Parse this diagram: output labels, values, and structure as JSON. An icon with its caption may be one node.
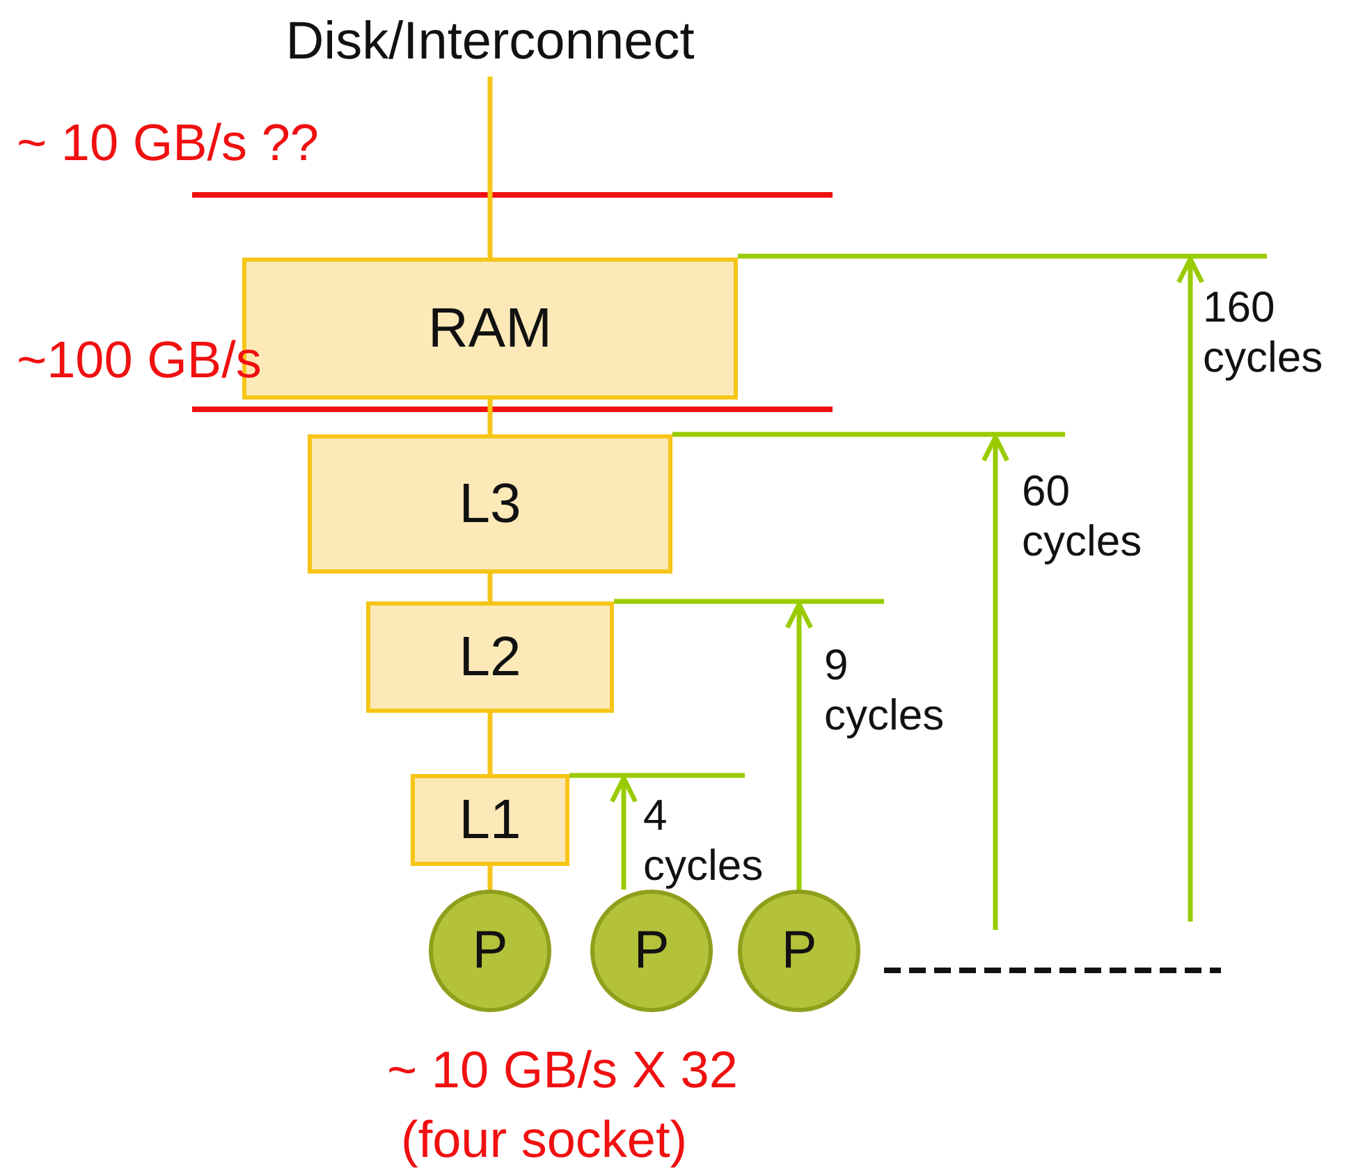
{
  "diagram": {
    "nodes": [
      {
        "text": [
          "Disk/Interconnect"
        ]
      },
      {
        "text": [
          "RAM"
        ]
      },
      {
        "text": [
          "L3"
        ]
      },
      {
        "text": [
          "L2"
        ]
      },
      {
        "text": [
          "L1"
        ]
      },
      {
        "text": [
          "P"
        ]
      },
      {
        "text": [
          "P"
        ]
      },
      {
        "text": [
          "P"
        ]
      }
    ],
    "edges": [
      {
        "from": 0,
        "to": 1,
        "arrow": "none"
      },
      {
        "from": 1,
        "to": 2,
        "arrow": "none"
      },
      {
        "from": 2,
        "to": 3,
        "arrow": "none"
      },
      {
        "from": 3,
        "to": 4,
        "arrow": "none"
      },
      {
        "from": 4,
        "to": 5,
        "arrow": "none"
      },
      {
        "from": 6,
        "to": null,
        "arrow": "to",
        "label": "4 cycles",
        "color": "#99cc00"
      },
      {
        "from": 7,
        "to": null,
        "arrow": "to",
        "label": "9 cycles",
        "color": "#99cc00"
      }
    ],
    "labels": [
      "~ 10 GB/s ??",
      "160 cycles",
      "~100 GB/s",
      "60 cycles",
      "~ 10 GB/s X 32",
      "(four socket)"
    ]
  }
}
